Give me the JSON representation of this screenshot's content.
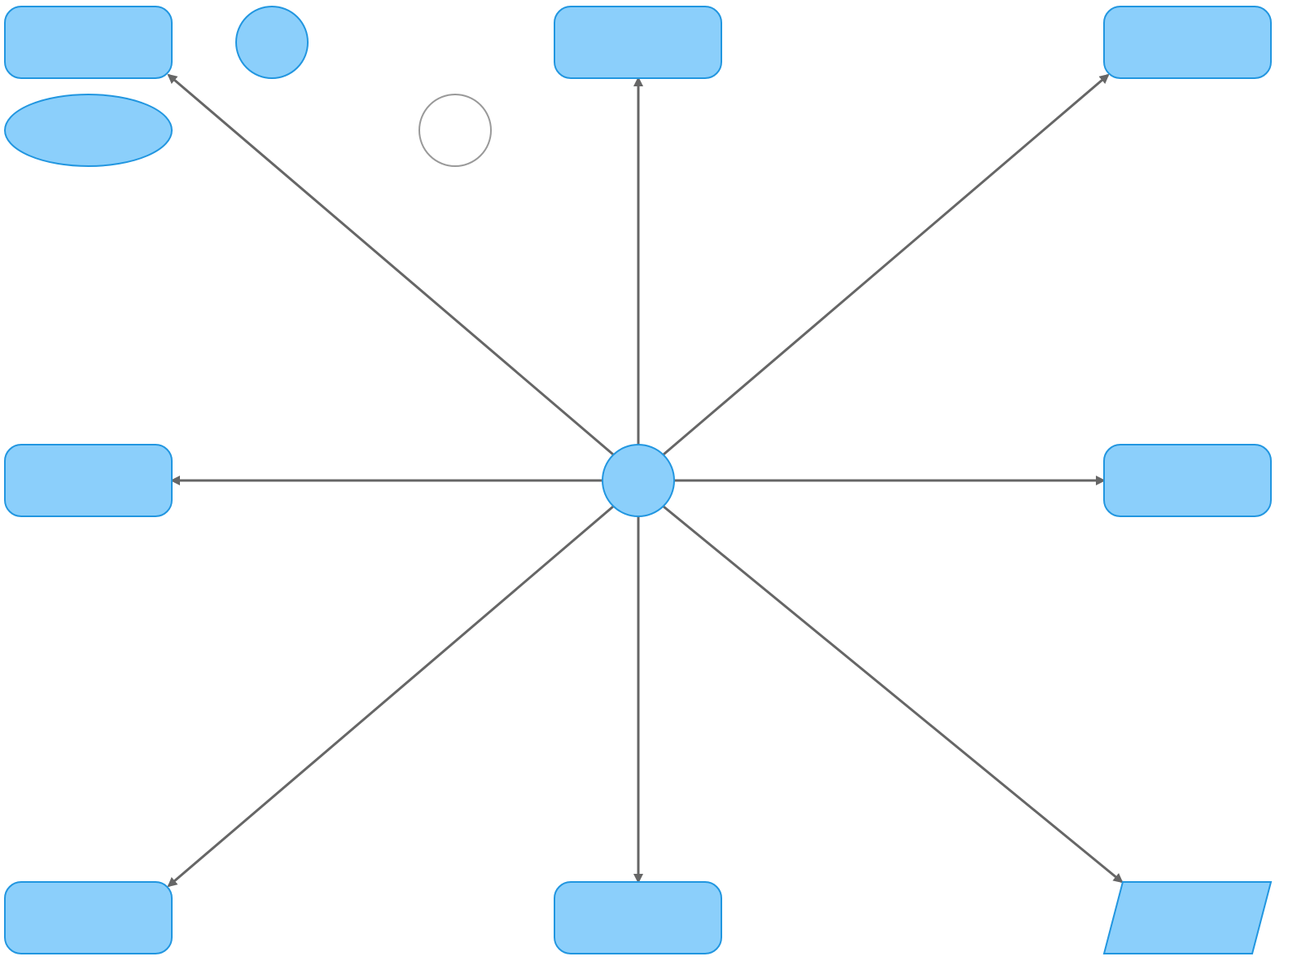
{
  "diagram": {
    "colors": {
      "node_fill": "#8BCFFB",
      "node_stroke": "#2196E0",
      "edge": "#666666",
      "empty_node_fill": "#FFFFFF",
      "empty_node_stroke": "#999999"
    },
    "nodes": [
      {
        "id": "top-left-box",
        "shape": "rounded-rect",
        "label": ""
      },
      {
        "id": "top-small-circle",
        "shape": "circle",
        "label": ""
      },
      {
        "id": "top-center-box",
        "shape": "rounded-rect",
        "label": ""
      },
      {
        "id": "top-right-box",
        "shape": "rounded-rect",
        "label": ""
      },
      {
        "id": "ellipse-node",
        "shape": "ellipse",
        "label": ""
      },
      {
        "id": "empty-circle",
        "shape": "circle-outline",
        "label": ""
      },
      {
        "id": "hub-circle",
        "shape": "circle",
        "label": ""
      },
      {
        "id": "middle-left-box",
        "shape": "rounded-rect",
        "label": ""
      },
      {
        "id": "middle-right-box",
        "shape": "rounded-rect",
        "label": ""
      },
      {
        "id": "bottom-left-box",
        "shape": "rounded-rect",
        "label": ""
      },
      {
        "id": "bottom-center-box",
        "shape": "rounded-rect",
        "label": ""
      },
      {
        "id": "bottom-right-parallelogram",
        "shape": "parallelogram",
        "label": ""
      }
    ],
    "edges": [
      {
        "from": "hub-circle",
        "to": "top-left-box",
        "arrow": "end"
      },
      {
        "from": "hub-circle",
        "to": "top-center-box",
        "arrow": "end"
      },
      {
        "from": "hub-circle",
        "to": "top-right-box",
        "arrow": "end"
      },
      {
        "from": "hub-circle",
        "to": "middle-left-box",
        "arrow": "end"
      },
      {
        "from": "hub-circle",
        "to": "middle-right-box",
        "arrow": "end"
      },
      {
        "from": "hub-circle",
        "to": "bottom-left-box",
        "arrow": "end"
      },
      {
        "from": "hub-circle",
        "to": "bottom-center-box",
        "arrow": "end"
      },
      {
        "from": "hub-circle",
        "to": "bottom-right-parallelogram",
        "arrow": "end"
      }
    ]
  }
}
